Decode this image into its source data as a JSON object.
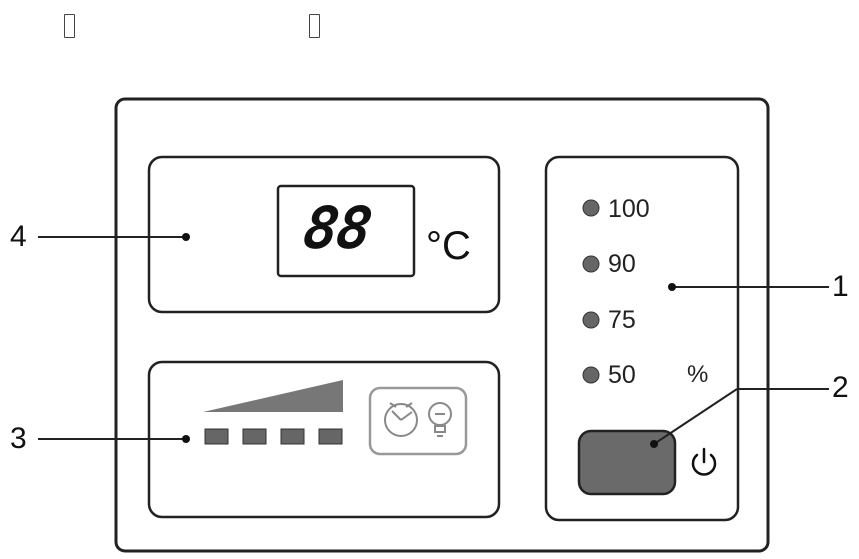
{
  "glyphs": [
    "g1",
    "g2"
  ],
  "callouts": {
    "one": "1",
    "two": "2",
    "three": "3",
    "four": "4"
  },
  "display": {
    "digits": "88",
    "unit": "°C"
  },
  "levels": [
    "100",
    "90",
    "75",
    "50"
  ],
  "percent_sign": "%",
  "icons": [
    "clock-icon",
    "bulb-icon",
    "power-icon",
    "ramp-icon"
  ],
  "colors": {
    "led": "#666666",
    "button": "#6a6a6a",
    "ramp": "#777777",
    "outline": "#222222"
  }
}
